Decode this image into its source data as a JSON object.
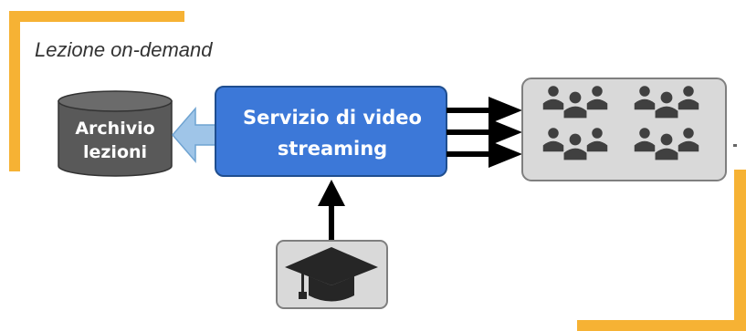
{
  "diagram": {
    "title": "Lezione on-demand",
    "archive": {
      "label_line1": "Archivio",
      "label_line2": "lezioni"
    },
    "service": {
      "label_line1": "Servizio di video",
      "label_line2": "streaming"
    },
    "icons": {
      "archive": "database-cylinder-icon",
      "teacher": "graduation-cap-icon",
      "audience": "people-group-icon"
    },
    "colors": {
      "frame": "#F6B234",
      "service_fill": "#3C78D8",
      "archive_fill": "#595959",
      "arrow_to_archive": "#9FC5E8",
      "panel_fill": "#D9D9D9",
      "icon_dark": "#404040"
    }
  }
}
